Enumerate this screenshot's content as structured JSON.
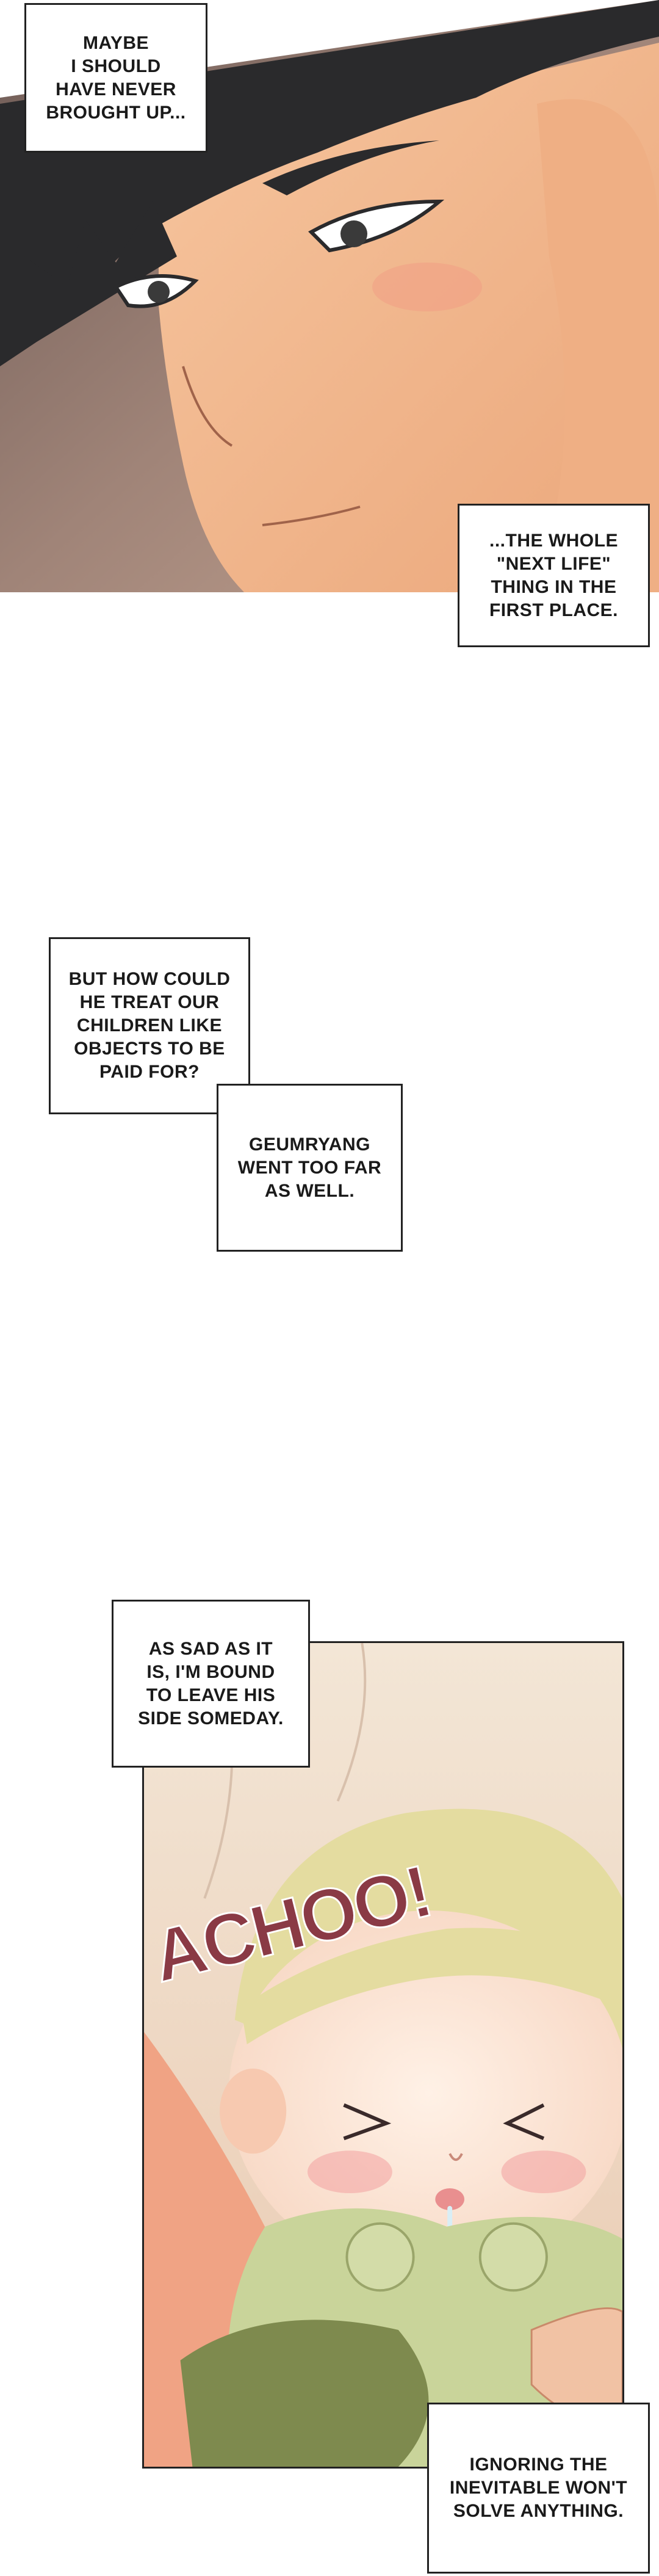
{
  "captions": {
    "panel1_top": "MAYBE\nI SHOULD\nHAVE NEVER\nBROUGHT UP...",
    "panel1_bottom": "...THE WHOLE\n\"NEXT LIFE\"\nTHING IN THE\nFIRST PLACE.",
    "middle_first": "BUT HOW COULD\nHE TREAT OUR\nCHILDREN LIKE\nOBJECTS TO BE\nPAID FOR?",
    "middle_second": "GEUMRYANG\nWENT TOO FAR\nAS WELL.",
    "panel2_top": "AS SAD AS IT\nIS, I'M BOUND\nTO LEAVE HIS\nSIDE SOMEDAY.",
    "panel2_bottom": "IGNORING THE\nINEVITABLE WON'T\nSOLVE ANYTHING."
  },
  "sfx": {
    "sneeze": "ACHOO!"
  },
  "colors": {
    "skin": "#f2b68a",
    "hair_dark": "#2a2a2c",
    "shadow": "#8a6e66",
    "baby_hair": "#e4dca0",
    "baby_skin": "#fbe4d2",
    "cloth_green": "#c9d49a",
    "cloth_dark_green": "#7e8a4e",
    "sfx_fill": "#8a3a45"
  }
}
